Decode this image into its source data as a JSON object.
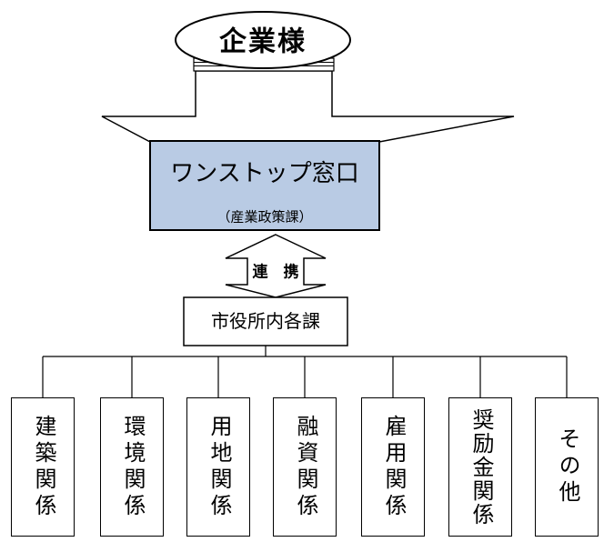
{
  "top_entity": {
    "label": "企業様"
  },
  "one_stop": {
    "title": "ワンストップ窓口",
    "department": "（産業政策課）"
  },
  "link": {
    "label": "連　携"
  },
  "city_hall": {
    "label": "市役所内各課"
  },
  "departments": [
    {
      "label": "建築関係"
    },
    {
      "label": "環境関係"
    },
    {
      "label": "用地関係"
    },
    {
      "label": "融資関係"
    },
    {
      "label": "雇用関係"
    },
    {
      "label": "奨励金関係"
    },
    {
      "label": "その他"
    }
  ],
  "colors": {
    "one_stop_fill": "#b9cbe4",
    "stroke": "#000000",
    "background": "#ffffff"
  }
}
